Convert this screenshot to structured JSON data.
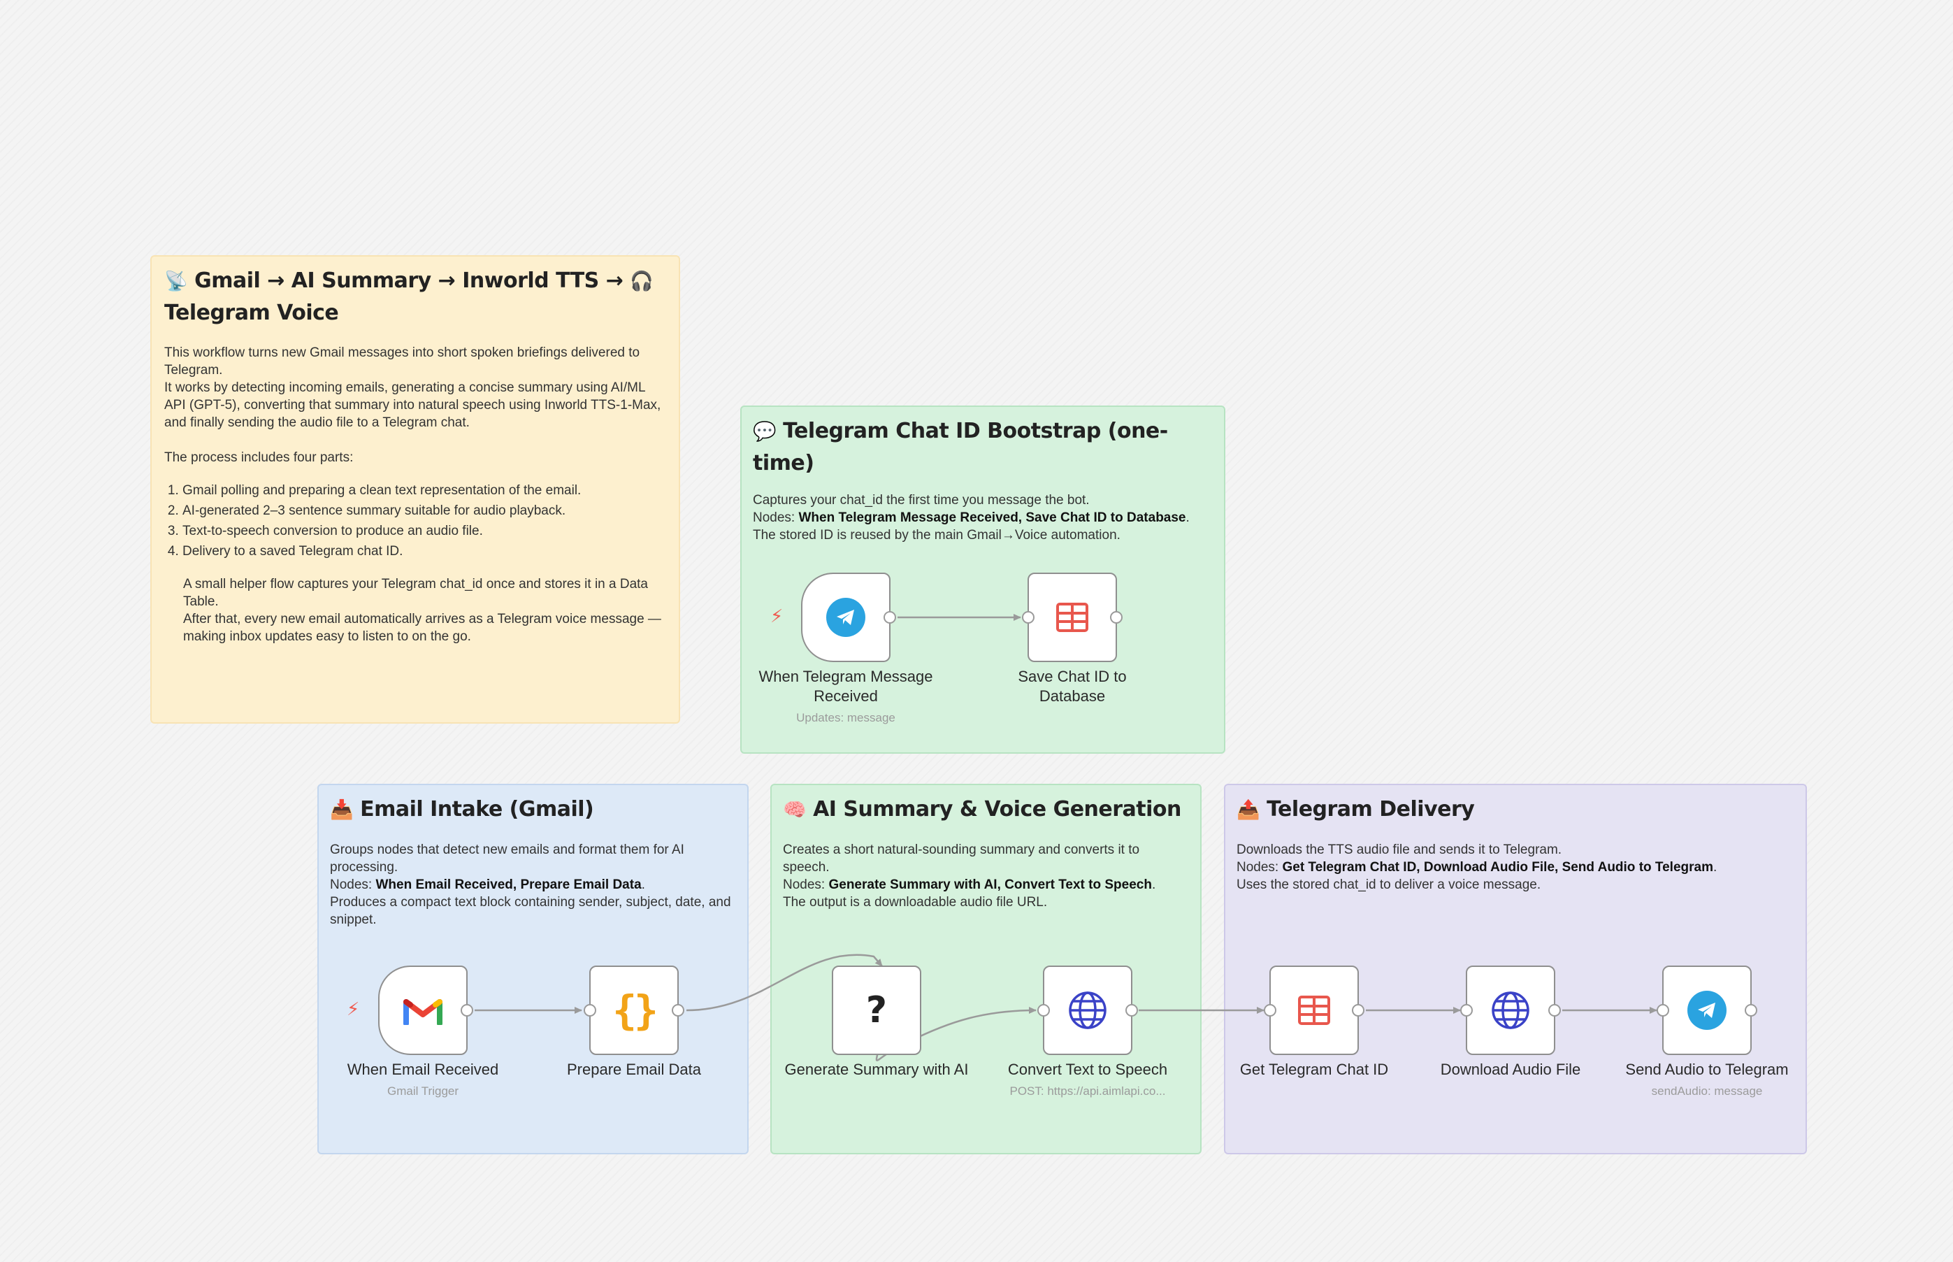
{
  "colors": {
    "yellow_note": "#fdf0cf",
    "green_note": "#d6f2dd",
    "blue_note": "#dde9f7",
    "purple_note": "#e5e3f3",
    "connector": "#9a9a9a",
    "trigger_bolt": "#ef5a4f",
    "telegram": "#2aa3e0",
    "table_icon": "#e8574d",
    "globe_icon": "#3a42c7",
    "braces_icon": "#f2a318"
  },
  "main_note": {
    "icon": "satellite-dish-icon",
    "icon_glyph": "📡",
    "title_line1": "Gmail → AI Summary → Inworld TTS →",
    "headphone_glyph": "🎧",
    "title_line2": "Telegram Voice",
    "p1": "This workflow turns new Gmail messages into short spoken briefings delivered to Telegram.",
    "p2": "It works by detecting incoming emails, generating a concise summary using AI/ML API (GPT-5), converting that summary into natural speech using Inworld TTS-1-Max, and finally sending the audio file to a Telegram chat.",
    "p3": "The process includes four parts:",
    "steps": [
      "Gmail polling and preparing a clean text representation of the email.",
      "AI-generated 2–3 sentence summary suitable for audio playback.",
      "Text-to-speech conversion to produce an audio file.",
      "Delivery to a saved Telegram chat ID."
    ],
    "p4": "A small helper flow captures your Telegram chat_id once and stores it in a Data Table.",
    "p5": "After that, every new email automatically arrives as a Telegram voice message — making inbox updates easy to listen to on the go."
  },
  "bootstrap_note": {
    "icon_glyph": "💬",
    "title": "Telegram Chat ID Bootstrap (one-time)",
    "line1": "Captures your chat_id the first time you message the bot.",
    "nodes_prefix": "Nodes: ",
    "nodes_bold": "When Telegram Message Received, Save Chat ID to Database",
    "nodes_suffix": ".",
    "line3": "The stored ID is reused by the main Gmail→Voice automation."
  },
  "intake_note": {
    "icon_glyph": "📥",
    "title": "Email Intake (Gmail)",
    "line1": "Groups nodes that detect new emails and format them for AI processing.",
    "nodes_prefix": "Nodes: ",
    "nodes_bold": "When Email Received, Prepare Email Data",
    "nodes_suffix": ".",
    "line3": "Produces a compact text block containing sender, subject, date, and snippet."
  },
  "ai_note": {
    "icon_glyph": "🧠",
    "title": "AI Summary & Voice Generation",
    "line1": "Creates a short natural-sounding summary and converts it to speech.",
    "nodes_prefix": "Nodes: ",
    "nodes_bold": "Generate Summary with AI, Convert Text to Speech",
    "nodes_suffix": ".",
    "line3": "The output is a downloadable audio file URL."
  },
  "delivery_note": {
    "icon_glyph": "📤",
    "title": "Telegram Delivery",
    "line1": "Downloads the TTS audio file and sends it to Telegram.",
    "nodes_prefix": "Nodes: ",
    "nodes_bold": "Get Telegram Chat ID, Download Audio File, Send Audio to Telegram",
    "nodes_suffix": ".",
    "line3": "Uses the stored chat_id to deliver a voice message."
  },
  "nodes": {
    "tg_trigger": {
      "label": "When Telegram Message Received",
      "sub": "Updates: message",
      "icon": "telegram-icon"
    },
    "save_chat": {
      "label": "Save Chat ID to Database",
      "icon": "table-icon"
    },
    "email_trigger": {
      "label": "When Email Received",
      "sub": "Gmail Trigger",
      "icon": "gmail-icon"
    },
    "prepare": {
      "label": "Prepare Email Data",
      "icon": "braces-icon",
      "glyph": "{}"
    },
    "summary": {
      "label": "Generate Summary with AI",
      "icon": "question-icon",
      "glyph": "?"
    },
    "tts": {
      "label": "Convert Text to Speech",
      "sub": "POST: https://api.aimlapi.co...",
      "icon": "globe-icon"
    },
    "get_chat": {
      "label": "Get Telegram Chat ID",
      "icon": "table-icon"
    },
    "download": {
      "label": "Download Audio File",
      "icon": "globe-icon"
    },
    "send_audio": {
      "label": "Send Audio to Telegram",
      "sub": "sendAudio: message",
      "icon": "telegram-icon"
    }
  },
  "trigger_glyph": "⚡"
}
